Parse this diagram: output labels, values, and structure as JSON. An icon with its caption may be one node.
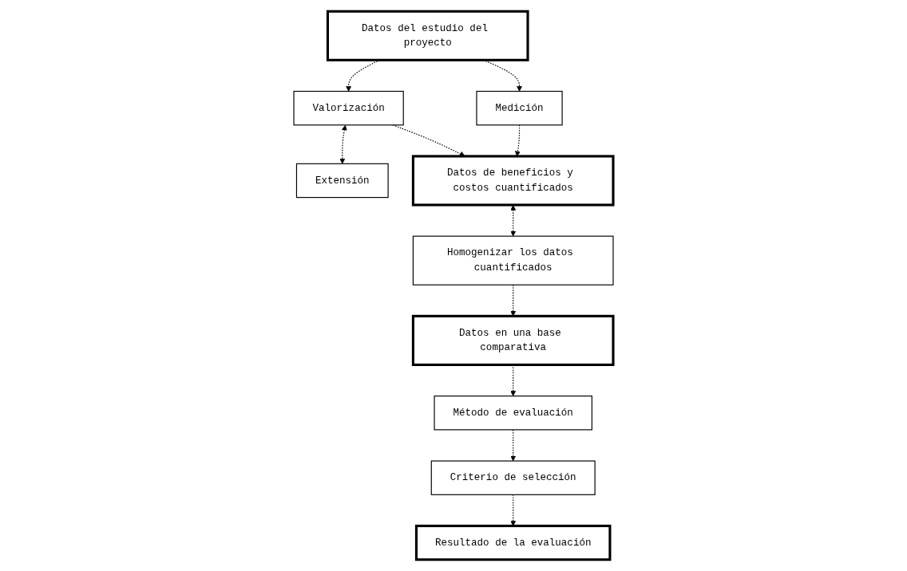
{
  "diagram": {
    "nodes": [
      {
        "text": [
          "Valorización"
        ]
      },
      {
        "text": [
          "Extensión"
        ]
      },
      {
        "text": [
          "Datos del estudio del proyecto"
        ]
      },
      {
        "text": [
          "Datos de beneficios y costos cuantificados"
        ]
      },
      {
        "text": [
          "Homogenizar los datos cuantificados"
        ]
      },
      {
        "text": [
          "Medición"
        ]
      },
      {
        "text": [
          "Datos en una base comparativa"
        ]
      },
      {
        "text": [
          "Método de evaluación"
        ]
      },
      {
        "text": [
          "Criterio de selección"
        ]
      },
      {
        "text": [
          "Resultado de la evaluación"
        ]
      }
    ],
    "edges": [
      {
        "from": 2,
        "to": 0,
        "arrow": "to",
        "style": "dashed"
      },
      {
        "from": 0,
        "to": 1,
        "arrow": "both",
        "style": "dashed"
      },
      {
        "from": 0,
        "to": 3,
        "arrow": "to",
        "style": "dashed"
      },
      {
        "from": 2,
        "to": 5,
        "arrow": "to",
        "style": "dashed"
      },
      {
        "from": 5,
        "to": 3,
        "arrow": "to",
        "style": "dashed"
      },
      {
        "from": 3,
        "to": 4,
        "arrow": "both",
        "style": "dashed"
      },
      {
        "from": 4,
        "to": 6,
        "arrow": "to",
        "style": "dashed"
      },
      {
        "from": 6,
        "to": 7,
        "arrow": "to",
        "style": "dashed"
      },
      {
        "from": 7,
        "to": 8,
        "arrow": "to",
        "style": "dashed"
      },
      {
        "from": 8,
        "to": 9,
        "arrow": "to",
        "style": "dashed"
      }
    ]
  }
}
